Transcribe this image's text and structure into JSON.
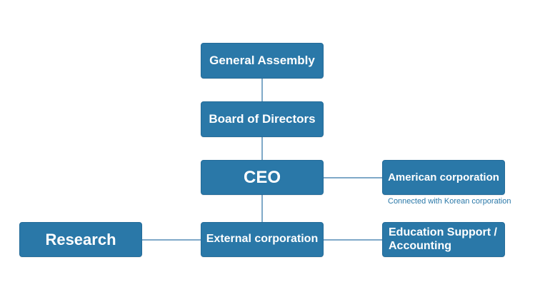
{
  "diagram": {
    "nodes": {
      "general_assembly": "General Assembly",
      "board_of_directors": "Board of Directors",
      "ceo": "CEO",
      "american_corporation": "American corporation",
      "american_corporation_note": "Connected with Korean corporation",
      "external_corporation": "External corporation",
      "research": "Research",
      "education_support_accounting": "Education Support / Accounting"
    },
    "colors": {
      "node_fill": "#2a78a8",
      "node_border": "#236b99",
      "connector": "#7fa9c8",
      "note_text": "#2a78a8"
    }
  }
}
